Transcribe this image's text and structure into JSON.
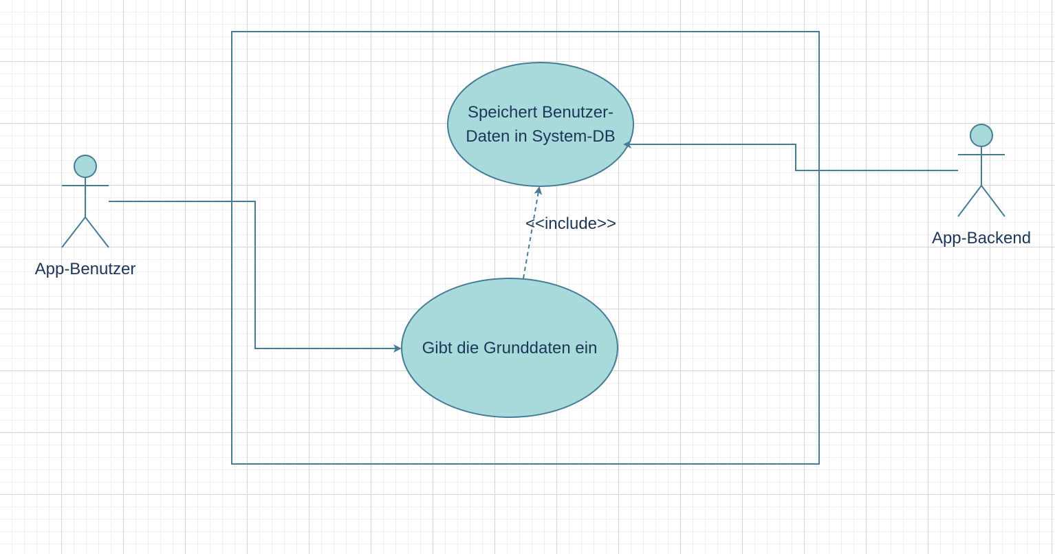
{
  "colors": {
    "stroke": "#457b95",
    "fill": "#a8dadc",
    "text": "#1d3557"
  },
  "diagram": {
    "actors": {
      "app_user": {
        "label": "App-Benutzer"
      },
      "app_backend": {
        "label": "App-Backend"
      }
    },
    "use_cases": {
      "store_data": {
        "line1": "Speichert Benutzer-",
        "line2": "Daten in System-DB"
      },
      "enter_data": {
        "label": "Gibt die Grunddaten ein"
      }
    },
    "relations": {
      "include": {
        "label": "<<include>>"
      }
    }
  }
}
